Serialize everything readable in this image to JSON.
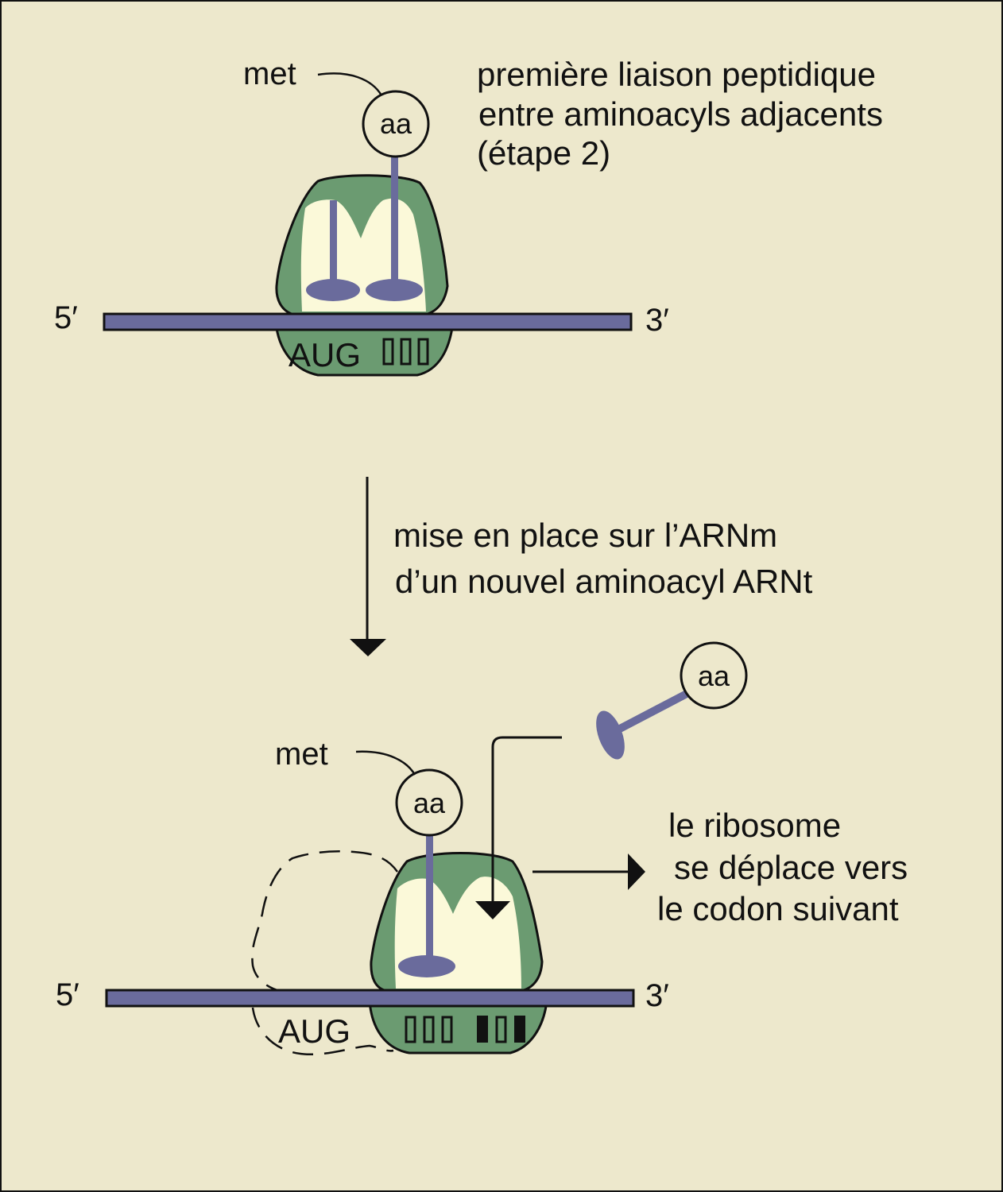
{
  "colors": {
    "background": "#ede8cc",
    "ribosome_green": "#6b9b71",
    "ribosome_inner": "#fbf9d9",
    "mrna_blue": "#6a6b9c",
    "outline": "#111111"
  },
  "top_panel": {
    "met_label": "met",
    "aa_label": "aa",
    "caption_line1": "première liaison peptidique",
    "caption_line2": "entre aminoacyls adjacents",
    "caption_line3": "(étape 2)",
    "five_prime": "5′",
    "three_prime": "3′",
    "codon_text": "AUG"
  },
  "transition": {
    "line1": "mise en place sur l’ARNm",
    "line2": "d’un nouvel aminoacyl ARNt"
  },
  "bottom_panel": {
    "incoming_aa_label": "aa",
    "met_label": "met",
    "aa_label": "aa",
    "move_line1": "le ribosome",
    "move_line2": "se déplace vers",
    "move_line3": "le codon suivant",
    "five_prime": "5′",
    "three_prime": "3′",
    "codon_text": "AUG"
  },
  "icons": [
    "trna-icon",
    "ribosome-icon",
    "arrow-down-icon",
    "arrow-right-icon"
  ]
}
